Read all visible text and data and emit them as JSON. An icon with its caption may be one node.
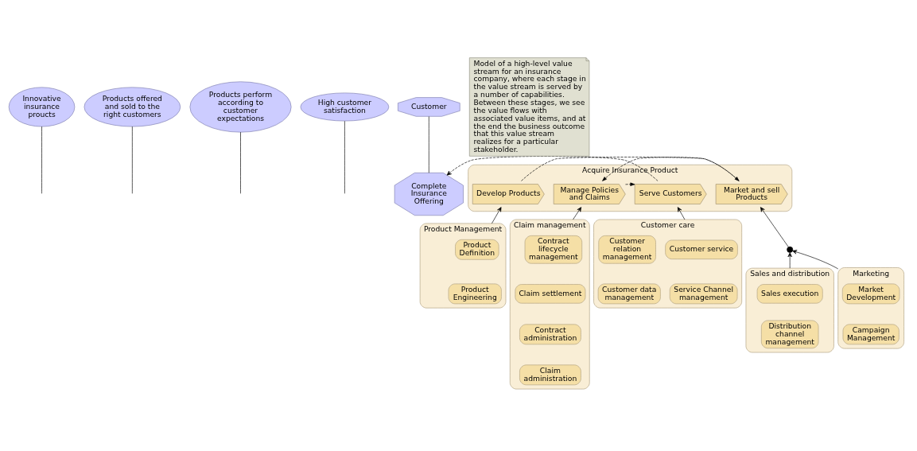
{
  "diagram": {
    "nodes": [
      {
        "text": [
          "Innovative insurance proucts"
        ]
      },
      {
        "text": [
          "Products offered and sold to the right customers"
        ]
      },
      {
        "text": [
          "Products perform according to customer expectations"
        ]
      },
      {
        "text": [
          "High customer satisfaction"
        ]
      },
      {
        "text": [
          "Customer"
        ]
      },
      {
        "text": [
          "Acquire Insurance Product"
        ]
      },
      {
        "text": [
          "Develop Products"
        ],
        "in": 5
      },
      {
        "text": [
          "Market and sell Products"
        ],
        "in": 5
      },
      {
        "text": [
          "Manage Policies and Claims"
        ],
        "in": 5
      },
      {
        "text": [
          "Serve Customers"
        ],
        "in": 5
      },
      {
        "text": [
          "Complete Insurance Offering"
        ]
      },
      {
        "text": [
          "Model of a high-level value stream for an insurance company, where each stage in the value stream is served by a number of capabilities. Between these stages, we see the value flows with associated value items, and at the end the business outcome that this value stream realizes for a particular stakeholder."
        ]
      },
      {
        "text": [
          "Product Management"
        ]
      },
      {
        "text": [
          "Product Definition"
        ],
        "in": 12
      },
      {
        "text": [
          "Product Engineering"
        ],
        "in": 12
      },
      {
        "text": [],
        "shape": "circle"
      },
      {
        "text": [
          "Claim management"
        ]
      },
      {
        "text": [
          "Contract lifecycle management"
        ],
        "in": 16
      },
      {
        "text": [
          "Claim settlement"
        ],
        "in": 16
      },
      {
        "text": [
          "Contract administration"
        ],
        "in": 16
      },
      {
        "text": [
          "Claim administration"
        ],
        "in": 16
      },
      {
        "text": [
          "Customer care"
        ]
      },
      {
        "text": [
          "Customer service"
        ],
        "in": 21
      },
      {
        "text": [
          "Customer relation management"
        ],
        "in": 21
      },
      {
        "text": [
          "Service Channel management"
        ],
        "in": 21
      },
      {
        "text": [
          "Customer data management"
        ],
        "in": 21
      },
      {
        "text": [
          "Sales and distribution"
        ]
      },
      {
        "text": [
          "Sales execution"
        ],
        "in": 26
      },
      {
        "text": [
          "Distribution channel management"
        ],
        "in": 26
      },
      {
        "text": [
          "Marketing"
        ]
      },
      {
        "text": [
          "Market Development"
        ],
        "in": 29
      },
      {
        "text": [
          "Campaign Management"
        ],
        "in": 29
      }
    ],
    "edges": [
      {
        "from": 6,
        "to": 7,
        "arrow": "to",
        "style": "dashed"
      },
      {
        "from": 7,
        "to": 8,
        "arrow": "to",
        "style": "dashed"
      },
      {
        "from": 8,
        "to": 9,
        "arrow": "to",
        "style": "dashed"
      },
      {
        "from": 9,
        "to": 10,
        "arrow": "to",
        "style": "dashed"
      },
      {
        "from": 0,
        "to": null,
        "arrow": "none"
      },
      {
        "from": 1,
        "to": null,
        "arrow": "none"
      },
      {
        "from": 2,
        "to": null,
        "arrow": "none"
      },
      {
        "from": 3,
        "to": null,
        "arrow": "none"
      },
      {
        "from": 4,
        "to": 10,
        "arrow": "none"
      },
      {
        "from": 12,
        "to": 6,
        "arrow": "to"
      },
      {
        "from": 15,
        "to": 7,
        "arrow": "to"
      },
      {
        "from": 26,
        "to": 15,
        "arrow": "to"
      },
      {
        "from": 29,
        "to": 15,
        "arrow": "to"
      },
      {
        "from": 16,
        "to": 8,
        "arrow": "to"
      },
      {
        "from": 21,
        "to": 9,
        "arrow": "to"
      }
    ]
  }
}
